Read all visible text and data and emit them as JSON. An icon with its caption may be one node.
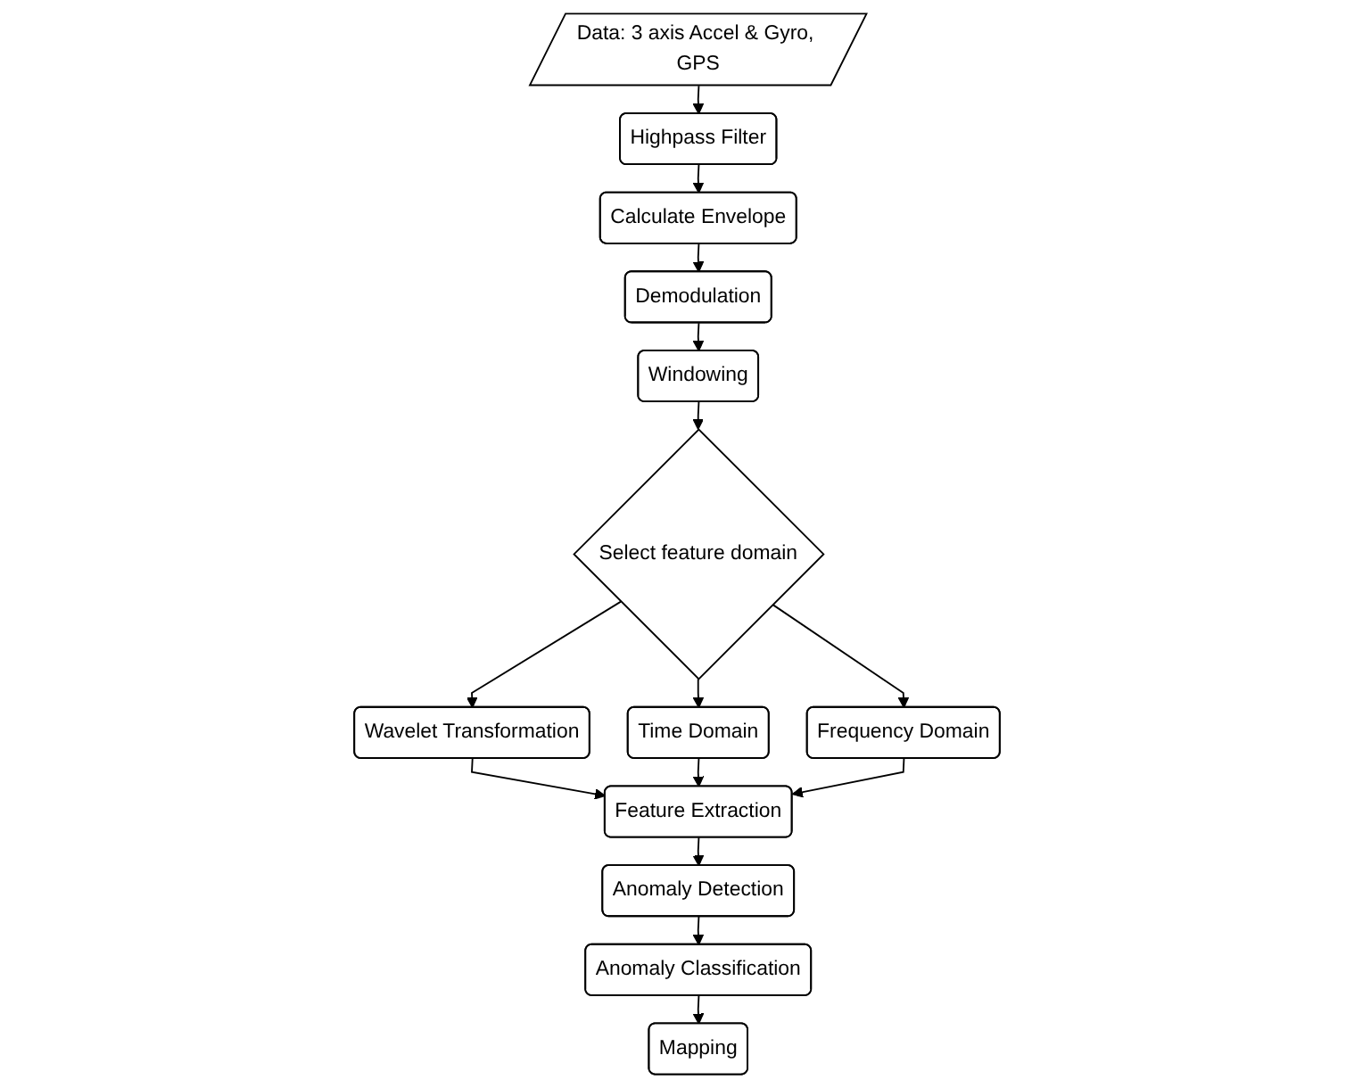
{
  "diagram": {
    "nodes": [
      {
        "text": [
          "Data: 3 axis Accel & Gyro, GPS"
        ]
      },
      {
        "text": [
          "Highpass Filter"
        ]
      },
      {
        "text": [
          "Calculate Envelope"
        ]
      },
      {
        "text": [
          "Demodulation"
        ]
      },
      {
        "text": [
          "Windowing"
        ]
      },
      {
        "text": [
          "Select feature domain"
        ]
      },
      {
        "text": [
          "Wavelet Transformation"
        ]
      },
      {
        "text": [
          "Time Domain"
        ]
      },
      {
        "text": [
          "Frequency Domain"
        ]
      },
      {
        "text": [
          "Feature Extraction"
        ]
      },
      {
        "text": [
          "Anomaly Detection"
        ]
      },
      {
        "text": [
          "Anomaly Classification"
        ]
      },
      {
        "text": [
          "Mapping"
        ]
      }
    ],
    "edges": [
      {
        "from": 0,
        "to": 1,
        "arrow": "to"
      },
      {
        "from": 1,
        "to": 2,
        "arrow": "to"
      },
      {
        "from": 2,
        "to": 3,
        "arrow": "to"
      },
      {
        "from": 3,
        "to": 4,
        "arrow": "to"
      },
      {
        "from": 4,
        "to": 5,
        "arrow": "to"
      },
      {
        "from": 5,
        "to": 6,
        "arrow": "to"
      },
      {
        "from": 5,
        "to": 7,
        "arrow": "to"
      },
      {
        "from": 5,
        "to": 8,
        "arrow": "to"
      },
      {
        "from": 6,
        "to": 9,
        "arrow": "to"
      },
      {
        "from": 7,
        "to": 9,
        "arrow": "to"
      },
      {
        "from": 8,
        "to": 9,
        "arrow": "to"
      },
      {
        "from": 9,
        "to": 10,
        "arrow": "to"
      },
      {
        "from": 10,
        "to": 11,
        "arrow": "to"
      },
      {
        "from": 11,
        "to": 12,
        "arrow": "to"
      }
    ]
  }
}
